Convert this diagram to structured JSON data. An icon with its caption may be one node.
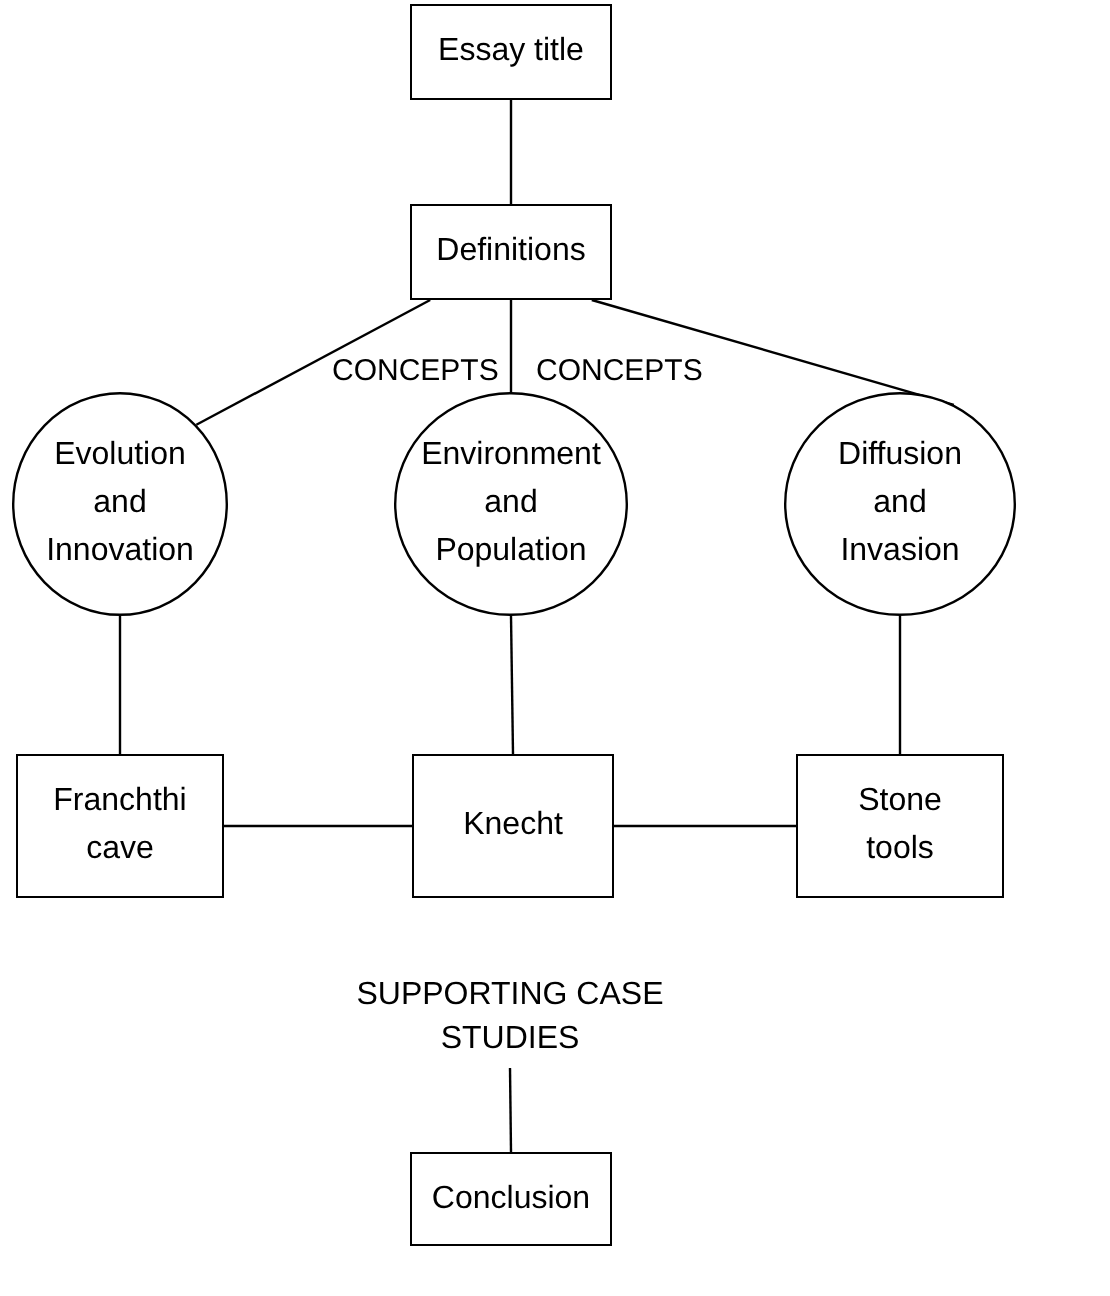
{
  "diagram": {
    "nodes": [
      {
        "text": [
          "Essay title"
        ]
      },
      {
        "text": [
          "Definitions"
        ]
      },
      {
        "text": [
          "Evolution and Innovation"
        ]
      },
      {
        "text": [
          "Environment and Population"
        ]
      },
      {
        "text": [
          "Diffusion and Invasion"
        ]
      },
      {
        "text": [
          "Franchthi cave"
        ]
      },
      {
        "text": [
          "Knecht"
        ]
      },
      {
        "text": [
          "Stone tools"
        ]
      },
      {
        "text": [
          "SUPPORTING CASE STUDIES"
        ]
      },
      {
        "text": [
          "Conclusion"
        ]
      }
    ],
    "edges": [
      {
        "from": 0,
        "to": 1,
        "arrow": "none"
      },
      {
        "from": 1,
        "to": 2,
        "arrow": "none"
      },
      {
        "from": 1,
        "to": 3,
        "arrow": "none"
      },
      {
        "from": 1,
        "to": 4,
        "arrow": "none"
      },
      {
        "from": 2,
        "to": 5,
        "arrow": "none"
      },
      {
        "from": 3,
        "to": 6,
        "arrow": "none"
      },
      {
        "from": 4,
        "to": 7,
        "arrow": "none"
      },
      {
        "from": 5,
        "to": 6,
        "arrow": "none"
      },
      {
        "from": 6,
        "to": 7,
        "arrow": "none"
      },
      {
        "from": 8,
        "to": 9,
        "arrow": "none"
      }
    ],
    "labels": [
      "CONCEPTS",
      "CONCEPTS"
    ]
  }
}
